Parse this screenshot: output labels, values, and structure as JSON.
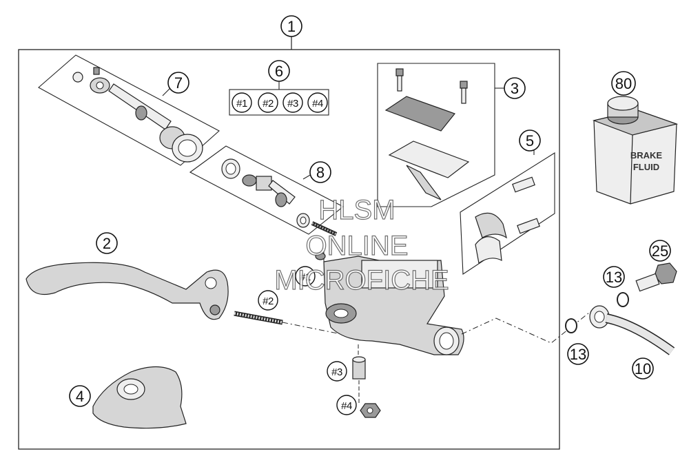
{
  "callouts": {
    "c1": "1",
    "c2": "2",
    "c3": "3",
    "c4": "4",
    "c5": "5",
    "c6": "6",
    "c7": "7",
    "c8": "8",
    "c10": "10",
    "c13a": "13",
    "c13b": "13",
    "c25": "25",
    "c80": "80"
  },
  "kit_items": [
    "#1",
    "#2",
    "#3",
    "#4"
  ],
  "sub_labels": {
    "s1": "#1",
    "s2": "#2",
    "s3": "#3",
    "s4": "#4"
  },
  "bottle_label": {
    "line1": "BRAKE",
    "line2": "FLUID"
  },
  "watermark": {
    "line1": "HLSM",
    "line2": "ONLINE",
    "line3": "MICROFICHE"
  }
}
